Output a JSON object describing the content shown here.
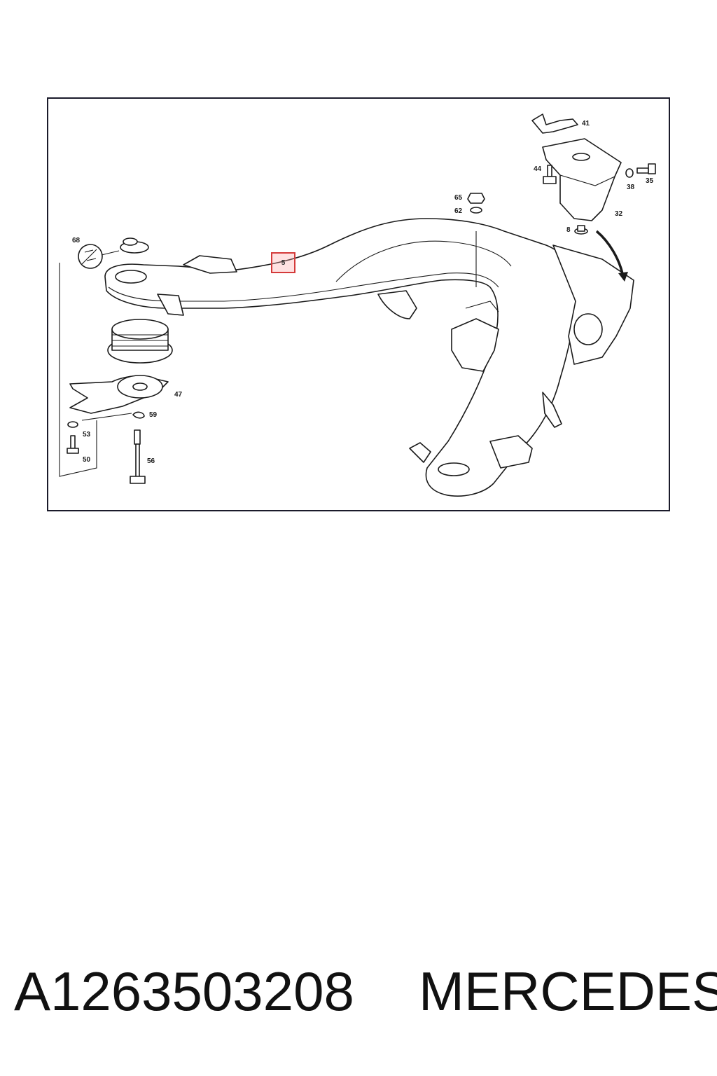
{
  "diagram": {
    "callouts": {
      "c41": "41",
      "c44": "44",
      "c35": "35",
      "c38": "38",
      "c32": "32",
      "c65": "65",
      "c62": "62",
      "c8": "8",
      "c68": "68",
      "c5": "5",
      "c47": "47",
      "c59": "59",
      "c53": "53",
      "c50": "50",
      "c56": "56"
    },
    "highlighted_part": "5"
  },
  "footer": {
    "part_number": "A1263503208",
    "brand": "MERCEDES"
  }
}
